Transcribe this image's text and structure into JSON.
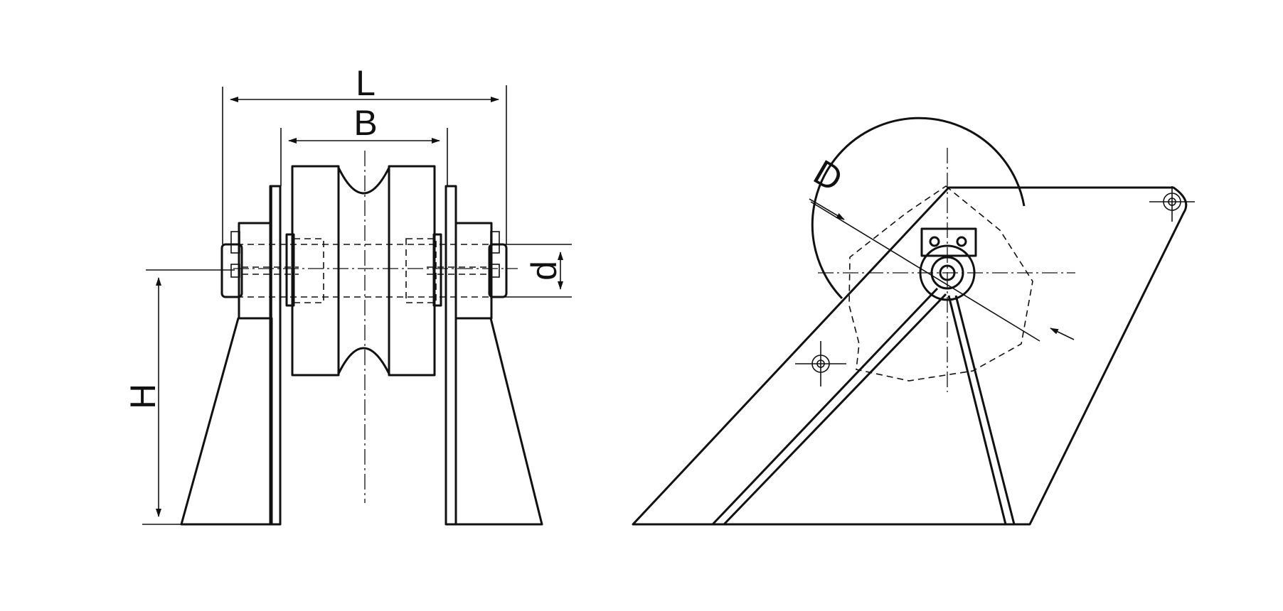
{
  "figure": {
    "front_view": {
      "dimension_labels": {
        "overall_length": "L",
        "sheave_width": "B",
        "shaft_diameter": "d",
        "height": "H"
      }
    },
    "side_view": {
      "dimension_labels": {
        "sheave_diameter": "D"
      }
    }
  }
}
